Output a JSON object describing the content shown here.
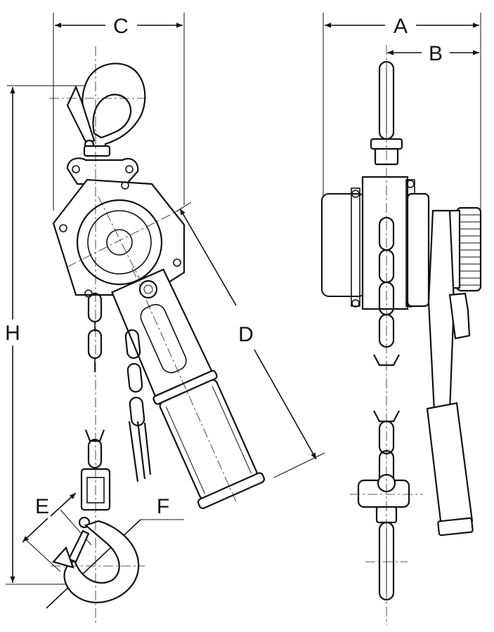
{
  "labels": {
    "a": "A",
    "b": "B",
    "c": "C",
    "d": "D",
    "e": "E",
    "f": "F",
    "h": "H"
  },
  "colors": {
    "line": "#111111",
    "background": "#ffffff"
  }
}
